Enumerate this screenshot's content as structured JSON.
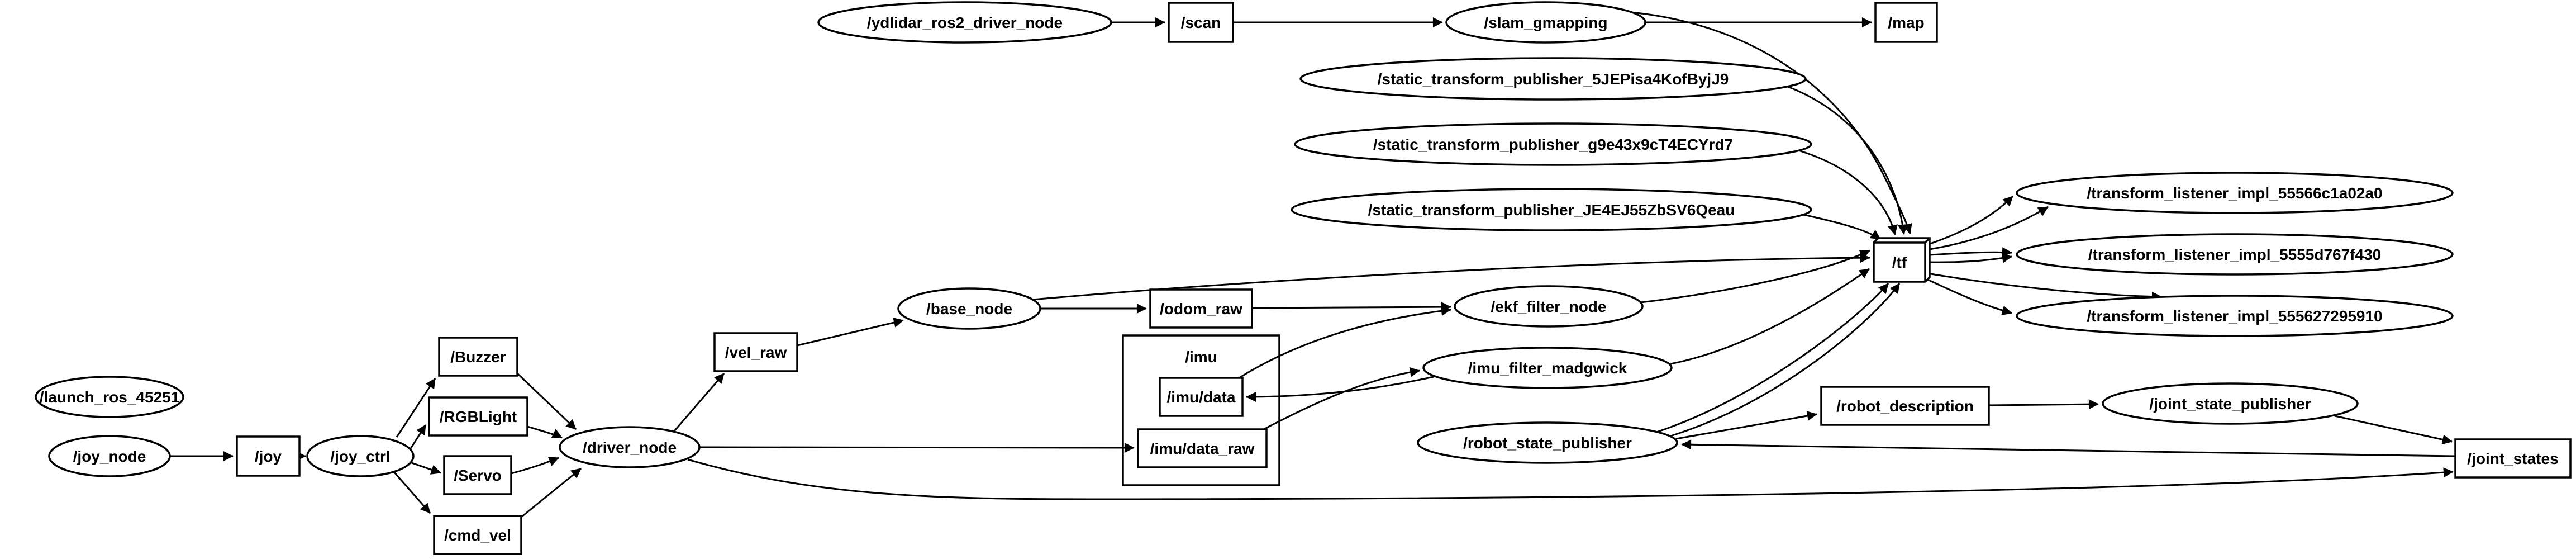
{
  "diagram": {
    "type": "ros-node-graph",
    "colors": {
      "background": "#ffffff",
      "stroke": "#000000",
      "fill": "#ffffff",
      "text": "#000000"
    },
    "clusters": [
      {
        "id": "imu",
        "label": "/imu"
      }
    ],
    "nodes": [
      {
        "id": "ydlidar",
        "label": "/ydlidar_ros2_driver_node",
        "shape": "ellipse"
      },
      {
        "id": "scan",
        "label": "/scan",
        "shape": "box"
      },
      {
        "id": "slam",
        "label": "/slam_gmapping",
        "shape": "ellipse"
      },
      {
        "id": "map",
        "label": "/map",
        "shape": "box"
      },
      {
        "id": "stp1",
        "label": "/static_transform_publisher_5JEPisa4KofByjJ9",
        "shape": "ellipse"
      },
      {
        "id": "stp2",
        "label": "/static_transform_publisher_g9e43x9cT4ECYrd7",
        "shape": "ellipse"
      },
      {
        "id": "stp3",
        "label": "/static_transform_publisher_JE4EJ55ZbSV6Qeau",
        "shape": "ellipse"
      },
      {
        "id": "tf",
        "label": "/tf",
        "shape": "box3d"
      },
      {
        "id": "tl1",
        "label": "/transform_listener_impl_55566c1a02a0",
        "shape": "ellipse"
      },
      {
        "id": "tl2",
        "label": "/transform_listener_impl_5555d767f430",
        "shape": "ellipse"
      },
      {
        "id": "tl3",
        "label": "/transform_listener_impl_555627295910",
        "shape": "ellipse"
      },
      {
        "id": "launch",
        "label": "/launch_ros_45251",
        "shape": "ellipse"
      },
      {
        "id": "joy_node",
        "label": "/joy_node",
        "shape": "ellipse"
      },
      {
        "id": "joy",
        "label": "/joy",
        "shape": "box"
      },
      {
        "id": "joy_ctrl",
        "label": "/joy_ctrl",
        "shape": "ellipse"
      },
      {
        "id": "buzzer",
        "label": "/Buzzer",
        "shape": "box"
      },
      {
        "id": "rgblight",
        "label": "/RGBLight",
        "shape": "box"
      },
      {
        "id": "servo",
        "label": "/Servo",
        "shape": "box"
      },
      {
        "id": "cmd_vel",
        "label": "/cmd_vel",
        "shape": "box"
      },
      {
        "id": "driver",
        "label": "/driver_node",
        "shape": "ellipse"
      },
      {
        "id": "vel_raw",
        "label": "/vel_raw",
        "shape": "box"
      },
      {
        "id": "base_node",
        "label": "/base_node",
        "shape": "ellipse"
      },
      {
        "id": "odom_raw",
        "label": "/odom_raw",
        "shape": "box"
      },
      {
        "id": "imu_data",
        "label": "/imu/data",
        "shape": "box",
        "cluster": "imu"
      },
      {
        "id": "imu_data_raw",
        "label": "/imu/data_raw",
        "shape": "box",
        "cluster": "imu"
      },
      {
        "id": "ekf",
        "label": "/ekf_filter_node",
        "shape": "ellipse"
      },
      {
        "id": "madgwick",
        "label": "/imu_filter_madgwick",
        "shape": "ellipse"
      },
      {
        "id": "rsp",
        "label": "/robot_state_publisher",
        "shape": "ellipse"
      },
      {
        "id": "robot_description",
        "label": "/robot_description",
        "shape": "box"
      },
      {
        "id": "jsp",
        "label": "/joint_state_publisher",
        "shape": "ellipse"
      },
      {
        "id": "joint_states",
        "label": "/joint_states",
        "shape": "box"
      }
    ],
    "edges": [
      {
        "from": "ydlidar",
        "to": "scan",
        "count": 1
      },
      {
        "from": "scan",
        "to": "slam",
        "count": 1
      },
      {
        "from": "slam",
        "to": "map",
        "count": 1
      },
      {
        "from": "slam",
        "to": "tf",
        "count": 1
      },
      {
        "from": "stp1",
        "to": "tf",
        "count": 1
      },
      {
        "from": "stp2",
        "to": "tf",
        "count": 1
      },
      {
        "from": "stp3",
        "to": "tf",
        "count": 1
      },
      {
        "from": "joy_node",
        "to": "joy",
        "count": 1
      },
      {
        "from": "joy",
        "to": "joy_ctrl",
        "count": 1
      },
      {
        "from": "joy_ctrl",
        "to": "buzzer",
        "count": 1
      },
      {
        "from": "joy_ctrl",
        "to": "rgblight",
        "count": 1
      },
      {
        "from": "joy_ctrl",
        "to": "servo",
        "count": 1
      },
      {
        "from": "joy_ctrl",
        "to": "cmd_vel",
        "count": 1
      },
      {
        "from": "buzzer",
        "to": "driver",
        "count": 1
      },
      {
        "from": "rgblight",
        "to": "driver",
        "count": 1
      },
      {
        "from": "servo",
        "to": "driver",
        "count": 1
      },
      {
        "from": "cmd_vel",
        "to": "driver",
        "count": 1
      },
      {
        "from": "driver",
        "to": "vel_raw",
        "count": 1
      },
      {
        "from": "driver",
        "to": "imu_data_raw",
        "count": 1
      },
      {
        "from": "driver",
        "to": "joint_states",
        "count": 1
      },
      {
        "from": "vel_raw",
        "to": "base_node",
        "count": 1
      },
      {
        "from": "base_node",
        "to": "odom_raw",
        "count": 1
      },
      {
        "from": "base_node",
        "to": "tf",
        "count": 1
      },
      {
        "from": "odom_raw",
        "to": "ekf",
        "count": 1
      },
      {
        "from": "imu_data",
        "to": "ekf",
        "count": 1
      },
      {
        "from": "imu_data_raw",
        "to": "madgwick",
        "count": 1
      },
      {
        "from": "madgwick",
        "to": "imu_data",
        "count": 1
      },
      {
        "from": "ekf",
        "to": "tf",
        "count": 1
      },
      {
        "from": "madgwick",
        "to": "tf",
        "count": 1
      },
      {
        "from": "rsp",
        "to": "tf",
        "count": 2
      },
      {
        "from": "rsp",
        "to": "robot_description",
        "count": 1
      },
      {
        "from": "robot_description",
        "to": "jsp",
        "count": 1
      },
      {
        "from": "jsp",
        "to": "joint_states",
        "count": 1
      },
      {
        "from": "joint_states",
        "to": "rsp",
        "count": 1
      },
      {
        "from": "tf",
        "to": "tl1",
        "count": 2
      },
      {
        "from": "tf",
        "to": "tl2",
        "count": 2
      },
      {
        "from": "tf",
        "to": "tl3",
        "count": 2
      }
    ]
  }
}
